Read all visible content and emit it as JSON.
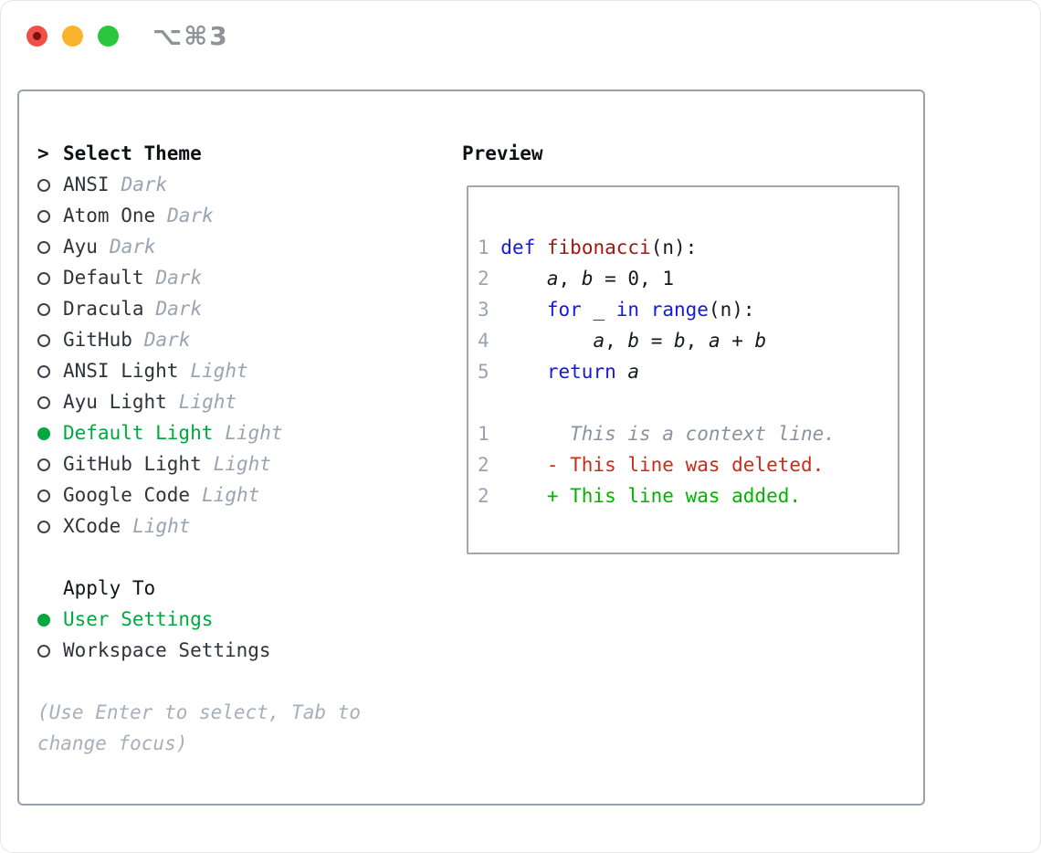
{
  "colors": {
    "selection_green": "#00a83e",
    "added_green": "#00b400",
    "deleted_red": "#cd2a1c",
    "keyword_blue": "#1518e6",
    "function_red": "#a31712",
    "muted_gray": "#9aa4b1",
    "hint_gray": "#a6afba",
    "border_gray": "#99a1ab",
    "traffic_red": "#ef5148",
    "traffic_yellow": "#f9b42d",
    "traffic_green": "#2bc53e"
  },
  "titlebar": {
    "shortcut": "⌥⌘3"
  },
  "theme_panel": {
    "caret": ">",
    "title": "Select Theme",
    "items": [
      {
        "label": "ANSI",
        "variant": "Dark",
        "selected": false
      },
      {
        "label": "Atom One",
        "variant": "Dark",
        "selected": false
      },
      {
        "label": "Ayu",
        "variant": "Dark",
        "selected": false
      },
      {
        "label": "Default",
        "variant": "Dark",
        "selected": false
      },
      {
        "label": "Dracula",
        "variant": "Dark",
        "selected": false
      },
      {
        "label": "GitHub",
        "variant": "Dark",
        "selected": false
      },
      {
        "label": "ANSI Light",
        "variant": "Light",
        "selected": false
      },
      {
        "label": "Ayu Light",
        "variant": "Light",
        "selected": false
      },
      {
        "label": "Default Light",
        "variant": "Light",
        "selected": true
      },
      {
        "label": "GitHub Light",
        "variant": "Light",
        "selected": false
      },
      {
        "label": "Google Code",
        "variant": "Light",
        "selected": false
      },
      {
        "label": "XCode",
        "variant": "Light",
        "selected": false
      }
    ],
    "apply_to": {
      "title": "Apply To",
      "options": [
        {
          "label": "User Settings",
          "selected": true
        },
        {
          "label": "Workspace Settings",
          "selected": false
        }
      ]
    },
    "hint": "(Use Enter to select, Tab to change focus)"
  },
  "preview": {
    "title": "Preview",
    "code_lines": [
      {
        "num": "1",
        "tokens": [
          [
            "kw",
            "def"
          ],
          [
            "pl",
            " "
          ],
          [
            "fn",
            "fibonacci"
          ],
          [
            "pl",
            "(n):"
          ]
        ]
      },
      {
        "num": "2",
        "tokens": [
          [
            "pl",
            "    "
          ],
          [
            "var",
            "a"
          ],
          [
            "pl",
            ", "
          ],
          [
            "var",
            "b"
          ],
          [
            "pl",
            " = 0, 1"
          ]
        ]
      },
      {
        "num": "3",
        "tokens": [
          [
            "pl",
            "    "
          ],
          [
            "kw",
            "for"
          ],
          [
            "pl",
            " _ "
          ],
          [
            "kw",
            "in"
          ],
          [
            "pl",
            " "
          ],
          [
            "kw",
            "range"
          ],
          [
            "pl",
            "(n):"
          ]
        ]
      },
      {
        "num": "4",
        "tokens": [
          [
            "pl",
            "        "
          ],
          [
            "var",
            "a"
          ],
          [
            "pl",
            ", "
          ],
          [
            "var",
            "b"
          ],
          [
            "pl",
            " = "
          ],
          [
            "var",
            "b"
          ],
          [
            "pl",
            ", "
          ],
          [
            "var",
            "a"
          ],
          [
            "pl",
            " + "
          ],
          [
            "var",
            "b"
          ]
        ]
      },
      {
        "num": "5",
        "tokens": [
          [
            "pl",
            "    "
          ],
          [
            "kw",
            "return"
          ],
          [
            "pl",
            " "
          ],
          [
            "var",
            "a"
          ]
        ]
      }
    ],
    "diff_lines": [
      {
        "num": "1",
        "marker": " ",
        "kind": "context",
        "text": "This is a context line."
      },
      {
        "num": "2",
        "marker": "-",
        "kind": "deleted",
        "text": "This line was deleted."
      },
      {
        "num": "2",
        "marker": "+",
        "kind": "added",
        "text": "This line was added."
      }
    ]
  }
}
